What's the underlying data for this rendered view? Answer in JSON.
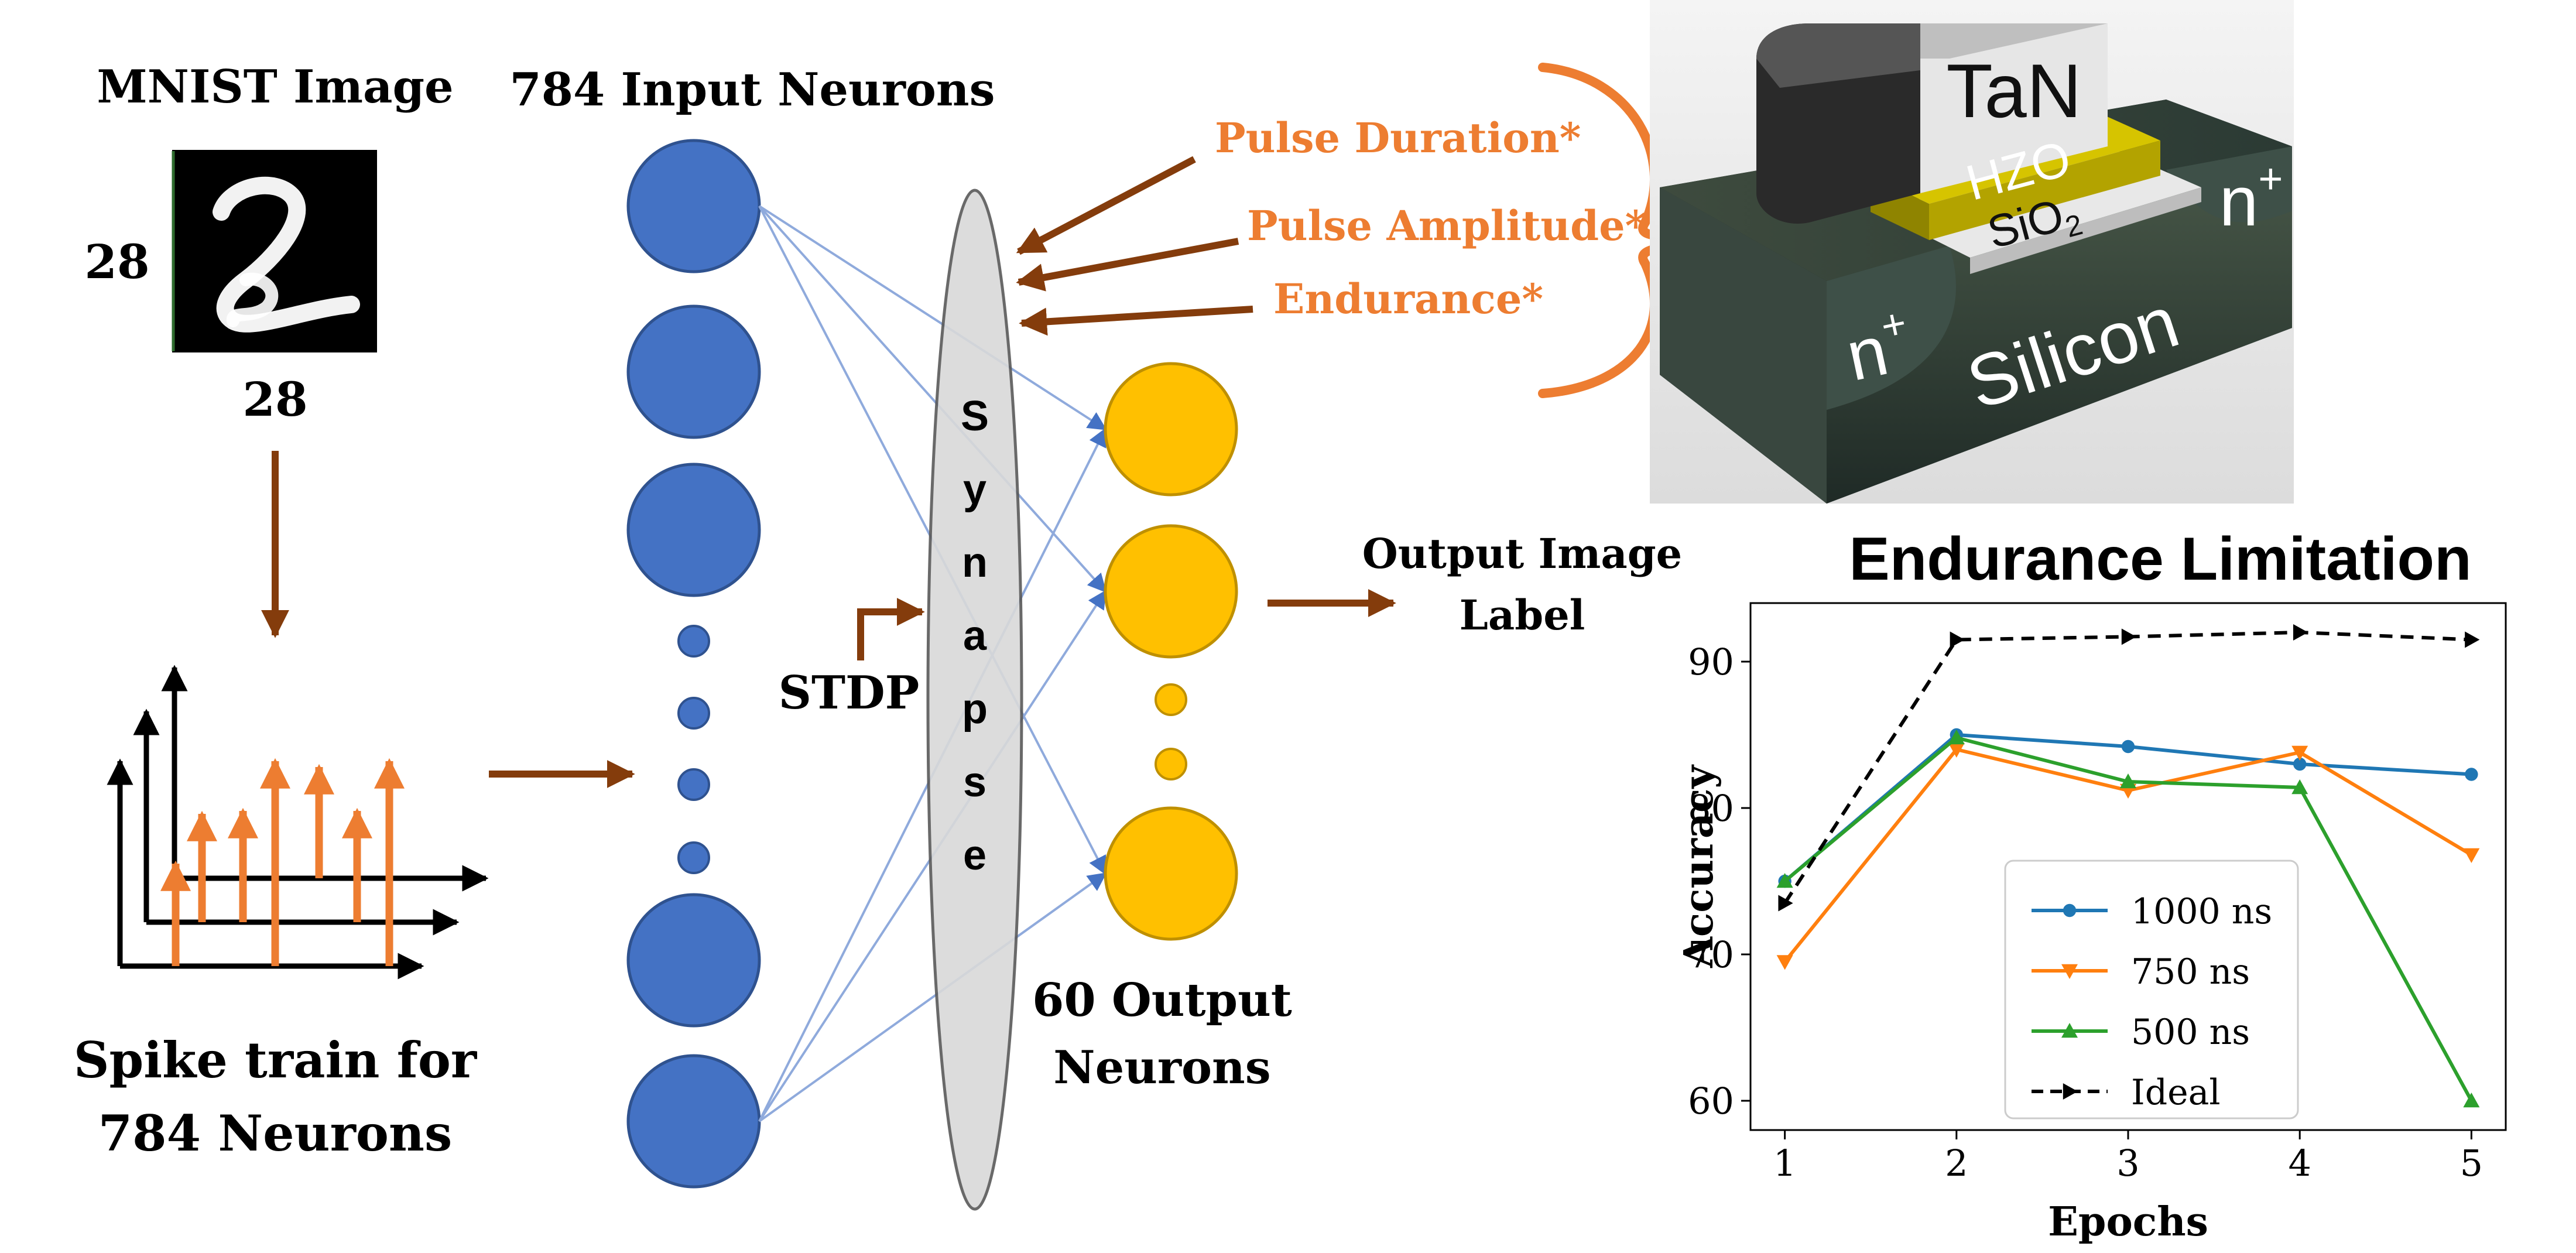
{
  "mnist": {
    "title": "MNIST Image",
    "dim_left": "28",
    "dim_bottom": "28"
  },
  "spike": {
    "caption_line1": "Spike train for",
    "caption_line2": "784 Neurons"
  },
  "input_layer": {
    "title": "784 Input Neurons"
  },
  "synapse": {
    "letters": [
      "S",
      "y",
      "n",
      "a",
      "p",
      "s",
      "e"
    ]
  },
  "stdp": {
    "label": "STDP"
  },
  "output_layer": {
    "title_line1": "60 Output",
    "title_line2": "Neurons"
  },
  "output_label": {
    "line1": "Output Image",
    "line2": "Label"
  },
  "parameters": {
    "pulse_duration": "Pulse Duration*",
    "pulse_amplitude": "Pulse Amplitude*",
    "endurance": "Endurance*"
  },
  "device": {
    "gate": "TaN",
    "ferroelectric": "HZO",
    "oxide": "SiO",
    "oxide_sub": "2",
    "substrate": "Silicon",
    "source": "n",
    "drain": "n",
    "doping_sup": "+"
  },
  "colors": {
    "input_neuron": "#4472c4",
    "output_neuron": "#ffc000",
    "arrow_brown": "#843c0c",
    "spike_orange": "#ed7d31",
    "param_text": "#ed7d31",
    "synapse_fill": "#d9d9d9",
    "series_1000": "#1f77b4",
    "series_750": "#ff7f0e",
    "series_500": "#2ca02c",
    "series_ideal": "#000000"
  },
  "chart_data": {
    "type": "line",
    "title": "Endurance Limitation",
    "xlabel": "Epochs",
    "ylabel": "Accuracy",
    "x": [
      1,
      2,
      3,
      4,
      5
    ],
    "xticks": [
      "1",
      "2",
      "3",
      "4",
      "5"
    ],
    "yticks": [
      "60",
      "70",
      "80",
      "90"
    ],
    "xlim": [
      0.8,
      5.2
    ],
    "ylim": [
      58,
      94
    ],
    "grid": false,
    "legend_position": "lower-center",
    "series": [
      {
        "name": "1000 ns",
        "marker": "circle",
        "style": "solid",
        "values": [
          75.0,
          85.0,
          84.2,
          83.0,
          82.3
        ]
      },
      {
        "name": "750 ns",
        "marker": "triangle-down",
        "style": "solid",
        "values": [
          69.5,
          84.0,
          81.2,
          83.8,
          76.8
        ]
      },
      {
        "name": "500 ns",
        "marker": "triangle-up",
        "style": "solid",
        "values": [
          75.0,
          84.8,
          81.8,
          81.4,
          60.0
        ]
      },
      {
        "name": "Ideal",
        "marker": "triangle-right",
        "style": "dashed",
        "values": [
          73.5,
          91.5,
          91.7,
          92.0,
          91.5
        ]
      }
    ]
  }
}
